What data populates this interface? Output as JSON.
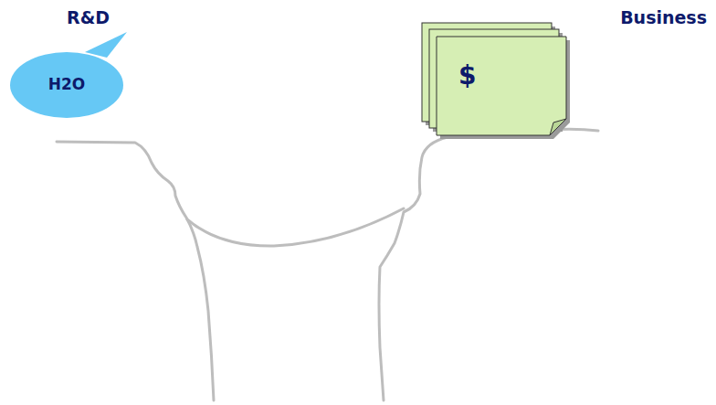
{
  "diagram": {
    "nodes": [
      {
        "text": [
          "R&D",
          "H2O"
        ]
      },
      {
        "text": [
          "Business",
          "$"
        ]
      }
    ]
  }
}
